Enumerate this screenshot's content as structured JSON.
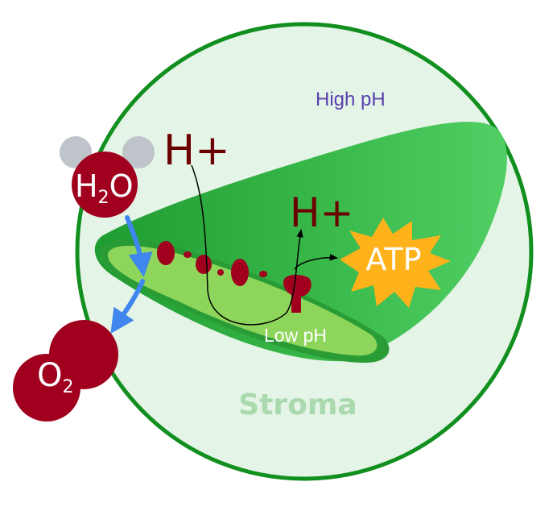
{
  "diagram": {
    "labels": {
      "high_ph": "High pH",
      "low_ph": "Low pH",
      "stroma": "Stroma",
      "h_plus_top": "H+",
      "h_plus_right": "H+",
      "atp": "ATP",
      "h2o_main": "H",
      "h2o_sub": "2",
      "h2o_end": "O",
      "o2_main": "O",
      "o2_sub": "2"
    },
    "colors": {
      "stroma_fill": "#e4f4e6",
      "stroma_border": "#118f1f",
      "thylakoid_dark": "#28a33a",
      "thylakoid_light": "#8ed65b",
      "molecule_red": "#a0001e",
      "proton_text": "#6b0000",
      "atp_burst": "#ffb21a",
      "water_h": "#bfc3ca",
      "process_arrow": "#3f86ef",
      "high_ph_text": "#5a3fb0",
      "stroma_text": "#a9d9ad"
    }
  }
}
